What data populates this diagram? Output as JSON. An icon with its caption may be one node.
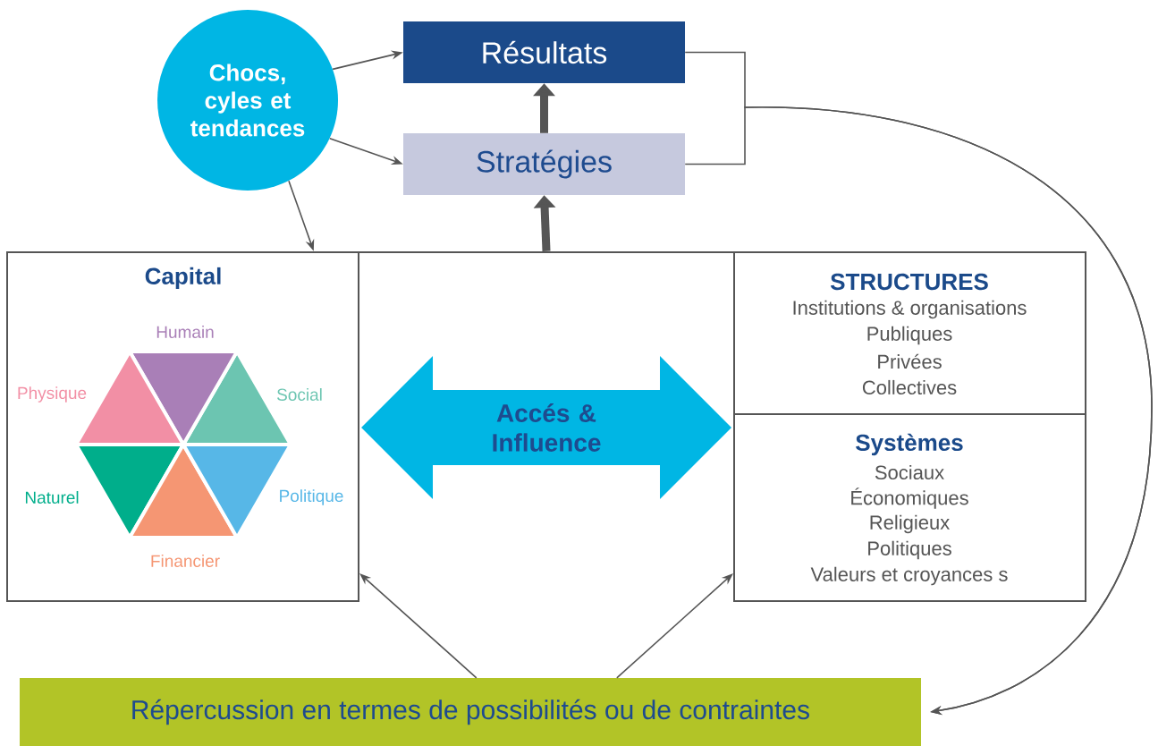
{
  "diagram": {
    "nodes": [
      {
        "text": [
          "Chocs, cyles et tendances"
        ]
      },
      {
        "text": [
          "Résultats"
        ]
      },
      {
        "text": [
          "Stratégies"
        ]
      },
      {
        "text": [],
        "shape": "bar"
      },
      {
        "text": [
          "Capital"
        ]
      },
      {
        "text": [
          "STRUCTURES",
          "Institutions & organisations",
          "Publiques",
          "Privées",
          "Collectives"
        ]
      },
      {
        "text": [
          "Systèmes",
          "Sociaux",
          "Économiques",
          "Religieux",
          "Politiques",
          "Valeurs et croyances s"
        ]
      },
      {
        "text": [
          "Répercussion en termes de possibilités ou de contraintes"
        ]
      }
    ],
    "edges": [
      {
        "from": 0,
        "to": 1,
        "arrow": "to"
      },
      {
        "from": 0,
        "to": 2,
        "arrow": "to"
      },
      {
        "from": 0,
        "to": 3,
        "arrow": "to"
      },
      {
        "from": 2,
        "to": 1,
        "arrow": "to",
        "style": "thick"
      },
      {
        "from": 3,
        "to": 2,
        "arrow": "to",
        "style": "thick"
      },
      {
        "from": 1,
        "to": 7,
        "arrow": "to"
      },
      {
        "from": 2,
        "to": 7,
        "arrow": "to"
      },
      {
        "from": 7,
        "to": 4,
        "arrow": "to"
      },
      {
        "from": 7,
        "to": 6,
        "arrow": "to"
      },
      {
        "from": 4,
        "to": 6,
        "arrow": "both",
        "label": "Accés & Influence",
        "style": "thick",
        "color": "#00b6e4"
      }
    ],
    "labels": [
      "Humain",
      "Physique",
      "Social",
      "Naturel",
      "Politique",
      "Financier"
    ]
  }
}
